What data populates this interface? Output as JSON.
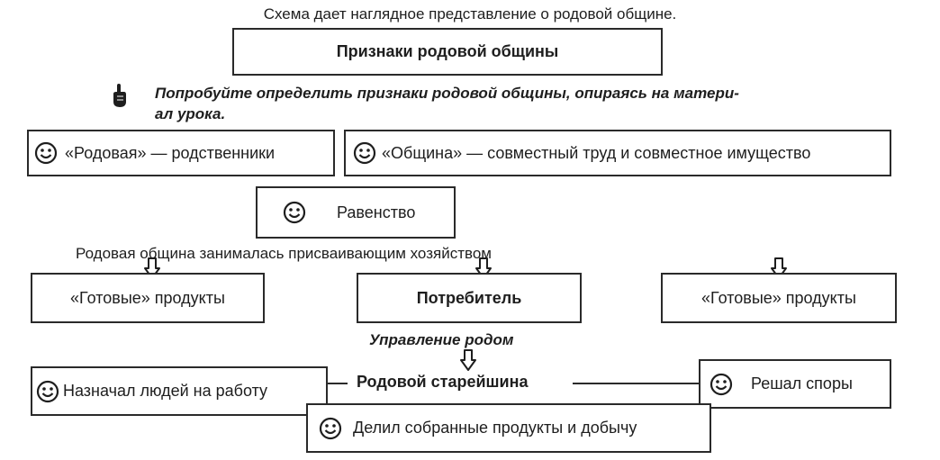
{
  "intro": "Схема дает наглядное представление о родовой общине.",
  "main_title": "Признаки родовой общины",
  "task": {
    "line1": "Попробуйте определить признаки родовой общины, опираясь на матери-",
    "line2": "ал урока.",
    "icon": "pointing-finger-icon"
  },
  "features": {
    "kin": "«Родовая» — родственники",
    "community": "«Община» — совместный труд и совместное имущество",
    "equality": "Равенство"
  },
  "economy_text": "Родовая община занималась присваивающим хозяйством",
  "economy_boxes": {
    "left": "«Готовые» продукты",
    "center": "Потребитель",
    "right": "«Готовые» продукты"
  },
  "management": {
    "title": "Управление родом",
    "elder": "Родовой старейшина",
    "assigned_work": "Назначал людей на работу",
    "resolved_disputes": "Решал споры",
    "divided_goods": "Делил собранные продукты и добычу"
  },
  "icons": {
    "smiley": "smiley-icon",
    "arrow": "hollow-down-arrow-icon"
  },
  "colors": {
    "ink": "#1e1e1e",
    "border": "#2a2a2a",
    "background": "#ffffff"
  }
}
